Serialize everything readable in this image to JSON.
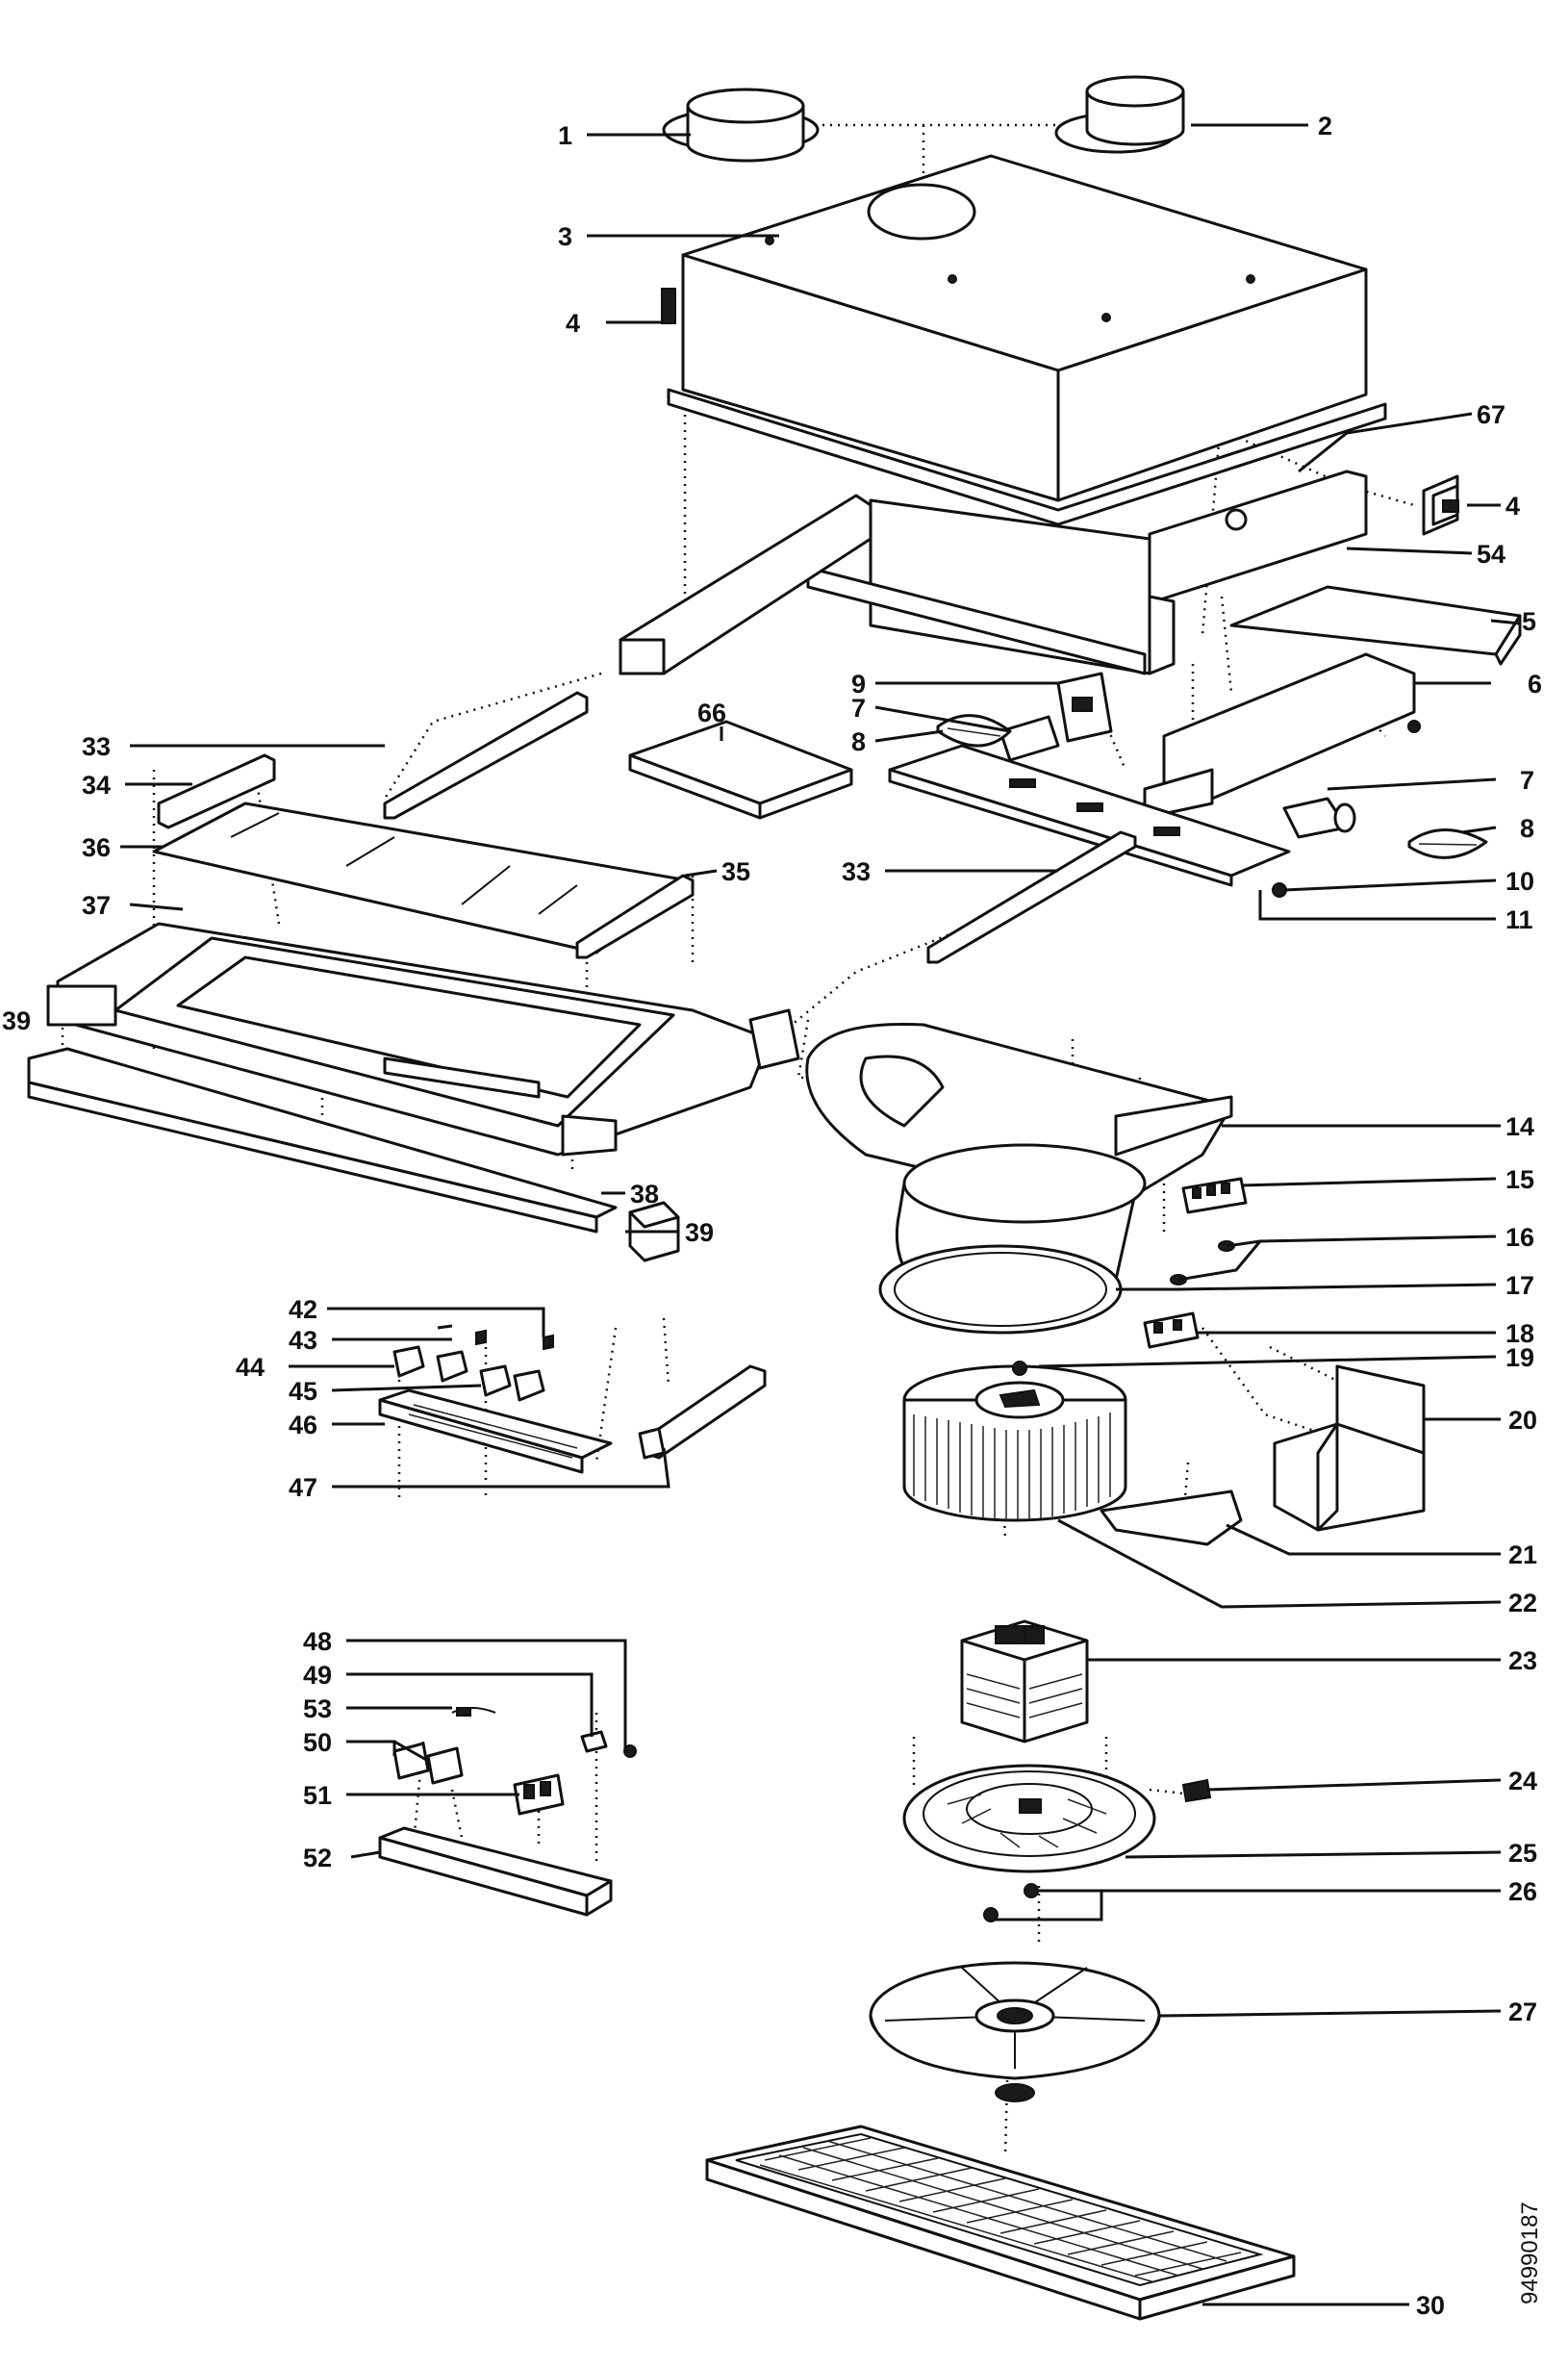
{
  "diagram": {
    "document_number": "94990187",
    "callouts": [
      {
        "id": "c1",
        "label": "1"
      },
      {
        "id": "c2",
        "label": "2"
      },
      {
        "id": "c3",
        "label": "3"
      },
      {
        "id": "c4a",
        "label": "4"
      },
      {
        "id": "c4b",
        "label": "4"
      },
      {
        "id": "c67",
        "label": "67"
      },
      {
        "id": "c54",
        "label": "54"
      },
      {
        "id": "c5",
        "label": "5"
      },
      {
        "id": "c6",
        "label": "6"
      },
      {
        "id": "c9",
        "label": "9"
      },
      {
        "id": "c7a",
        "label": "7"
      },
      {
        "id": "c8a",
        "label": "8"
      },
      {
        "id": "c66",
        "label": "66"
      },
      {
        "id": "c7b",
        "label": "7"
      },
      {
        "id": "c8b",
        "label": "8"
      },
      {
        "id": "c10",
        "label": "10"
      },
      {
        "id": "c11",
        "label": "11"
      },
      {
        "id": "c33a",
        "label": "33"
      },
      {
        "id": "c34",
        "label": "34"
      },
      {
        "id": "c36",
        "label": "36"
      },
      {
        "id": "c35",
        "label": "35"
      },
      {
        "id": "c33b",
        "label": "33"
      },
      {
        "id": "c37",
        "label": "37"
      },
      {
        "id": "c39a",
        "label": "39"
      },
      {
        "id": "c14",
        "label": "14"
      },
      {
        "id": "c15",
        "label": "15"
      },
      {
        "id": "c38",
        "label": "38"
      },
      {
        "id": "c39b",
        "label": "39"
      },
      {
        "id": "c16",
        "label": "16"
      },
      {
        "id": "c17",
        "label": "17"
      },
      {
        "id": "c42",
        "label": "42"
      },
      {
        "id": "c43",
        "label": "43"
      },
      {
        "id": "c18",
        "label": "18"
      },
      {
        "id": "c44",
        "label": "44"
      },
      {
        "id": "c45",
        "label": "45"
      },
      {
        "id": "c19",
        "label": "19"
      },
      {
        "id": "c20",
        "label": "20"
      },
      {
        "id": "c46",
        "label": "46"
      },
      {
        "id": "c47",
        "label": "47"
      },
      {
        "id": "c21",
        "label": "21"
      },
      {
        "id": "c22",
        "label": "22"
      },
      {
        "id": "c48",
        "label": "48"
      },
      {
        "id": "c23",
        "label": "23"
      },
      {
        "id": "c49",
        "label": "49"
      },
      {
        "id": "c53",
        "label": "53"
      },
      {
        "id": "c50",
        "label": "50"
      },
      {
        "id": "c24",
        "label": "24"
      },
      {
        "id": "c51",
        "label": "51"
      },
      {
        "id": "c25",
        "label": "25"
      },
      {
        "id": "c52",
        "label": "52"
      },
      {
        "id": "c26",
        "label": "26"
      },
      {
        "id": "c27",
        "label": "27"
      },
      {
        "id": "c30",
        "label": "30"
      }
    ]
  }
}
